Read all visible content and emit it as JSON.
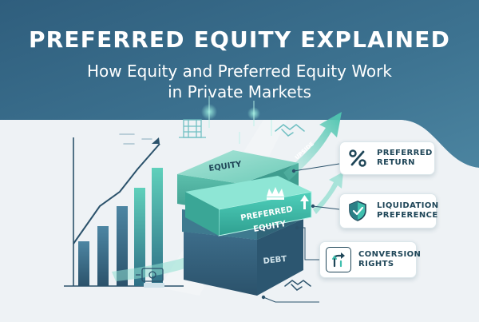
{
  "header": {
    "title": "PREFERRED EQUITY EXPLAINED",
    "subtitle_line1": "How Equity and Preferred Equity Work",
    "subtitle_line2": "in Private Markets"
  },
  "stack": {
    "top_label": "EQUITY",
    "middle_label_line1": "PREFERRED",
    "middle_label_line2": "EQUITY",
    "bottom_label": "DEBT",
    "arrow_label": "UPSIDE"
  },
  "cards": [
    {
      "icon": "percent-icon",
      "line1": "PREFERRED",
      "line2": "RETURN"
    },
    {
      "icon": "shield-check-icon",
      "line1": "LIQUIDATION",
      "line2": "PREFERENCE"
    },
    {
      "icon": "conversion-arrows-icon",
      "line1": "CONVERSION",
      "line2": "RIGHTS"
    }
  ],
  "colors": {
    "header_blue": "#3b6f8d",
    "teal": "#3fbfae",
    "teal_light": "#7fd9c8",
    "navy": "#2a4e66",
    "card_text": "#1f4658"
  }
}
